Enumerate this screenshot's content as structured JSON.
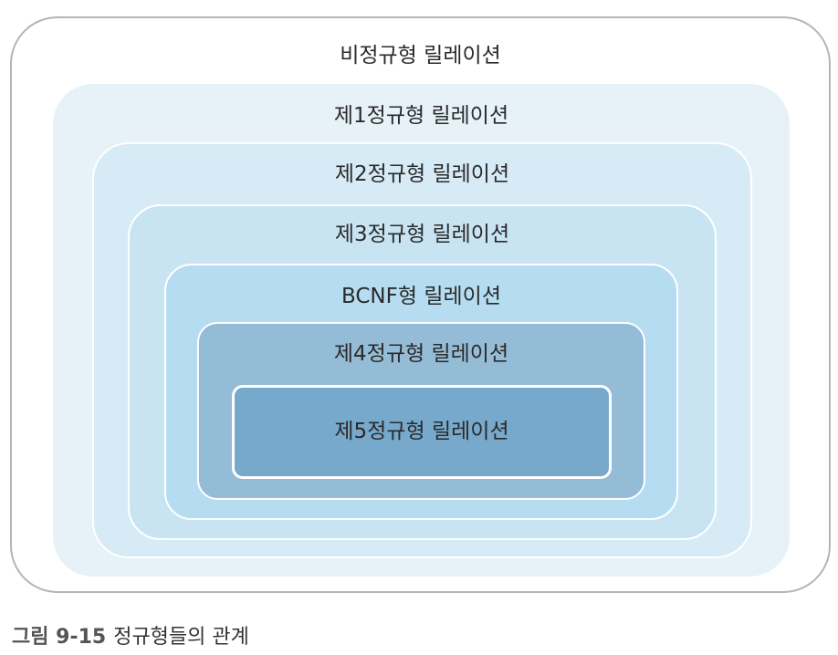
{
  "diagram": {
    "levels": [
      {
        "label": "비정규형 릴레이션"
      },
      {
        "label": "제1정규형 릴레이션"
      },
      {
        "label": "제2정규형 릴레이션"
      },
      {
        "label": "제3정규형 릴레이션"
      },
      {
        "label": "BCNF형 릴레이션"
      },
      {
        "label": "제4정규형 릴레이션"
      },
      {
        "label": "제5정규형 릴레이션"
      }
    ],
    "colors": {
      "outer_border": "#b5b5b5",
      "nf1": "#e6f2f8",
      "nf2": "#d6ebf6",
      "nf3": "#c8e4f3",
      "bcnf": "#b5dcf0",
      "nf4": "#94bcd6",
      "nf5": "#77a9cc"
    }
  },
  "caption": {
    "number": "그림 9-15",
    "title": "정규형들의 관계"
  }
}
